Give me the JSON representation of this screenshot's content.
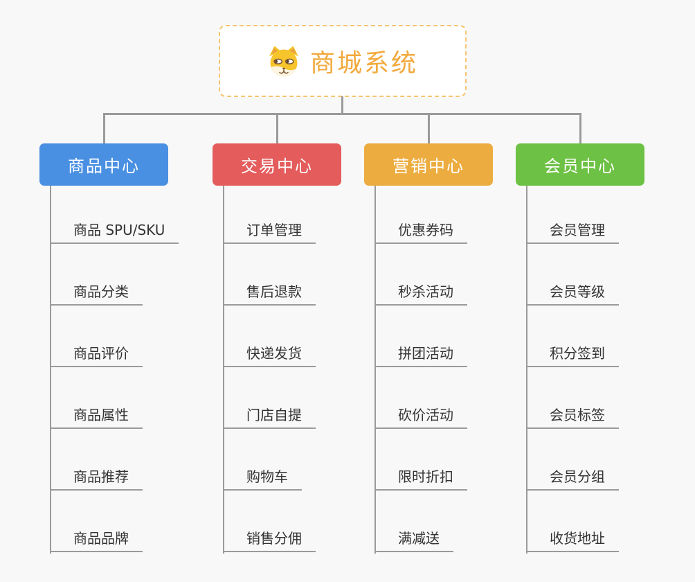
{
  "root": {
    "title": "商城系统",
    "icon": "dog-face-icon"
  },
  "theme": {
    "background": "#F8F8F8",
    "connector_color": "#9A9A9A",
    "root_text_color": "#F2A93C",
    "root_border_color": "#F5C573",
    "child_text_color": "#333333",
    "branch_text_color": "#FFFFFF"
  },
  "branches": [
    {
      "label": "商品中心",
      "color": "#4A90E2",
      "children": [
        "商品 SPU/SKU",
        "商品分类",
        "商品评价",
        "商品属性",
        "商品推荐",
        "商品品牌"
      ]
    },
    {
      "label": "交易中心",
      "color": "#E45C5C",
      "children": [
        "订单管理",
        "售后退款",
        "快递发货",
        "门店自提",
        "购物车",
        "销售分佣"
      ]
    },
    {
      "label": "营销中心",
      "color": "#ECAC3F",
      "children": [
        "优惠券码",
        "秒杀活动",
        "拼团活动",
        "砍价活动",
        "限时折扣",
        "满减送"
      ]
    },
    {
      "label": "会员中心",
      "color": "#6DC144",
      "children": [
        "会员管理",
        "会员等级",
        "积分签到",
        "会员标签",
        "会员分组",
        "收货地址"
      ]
    }
  ]
}
